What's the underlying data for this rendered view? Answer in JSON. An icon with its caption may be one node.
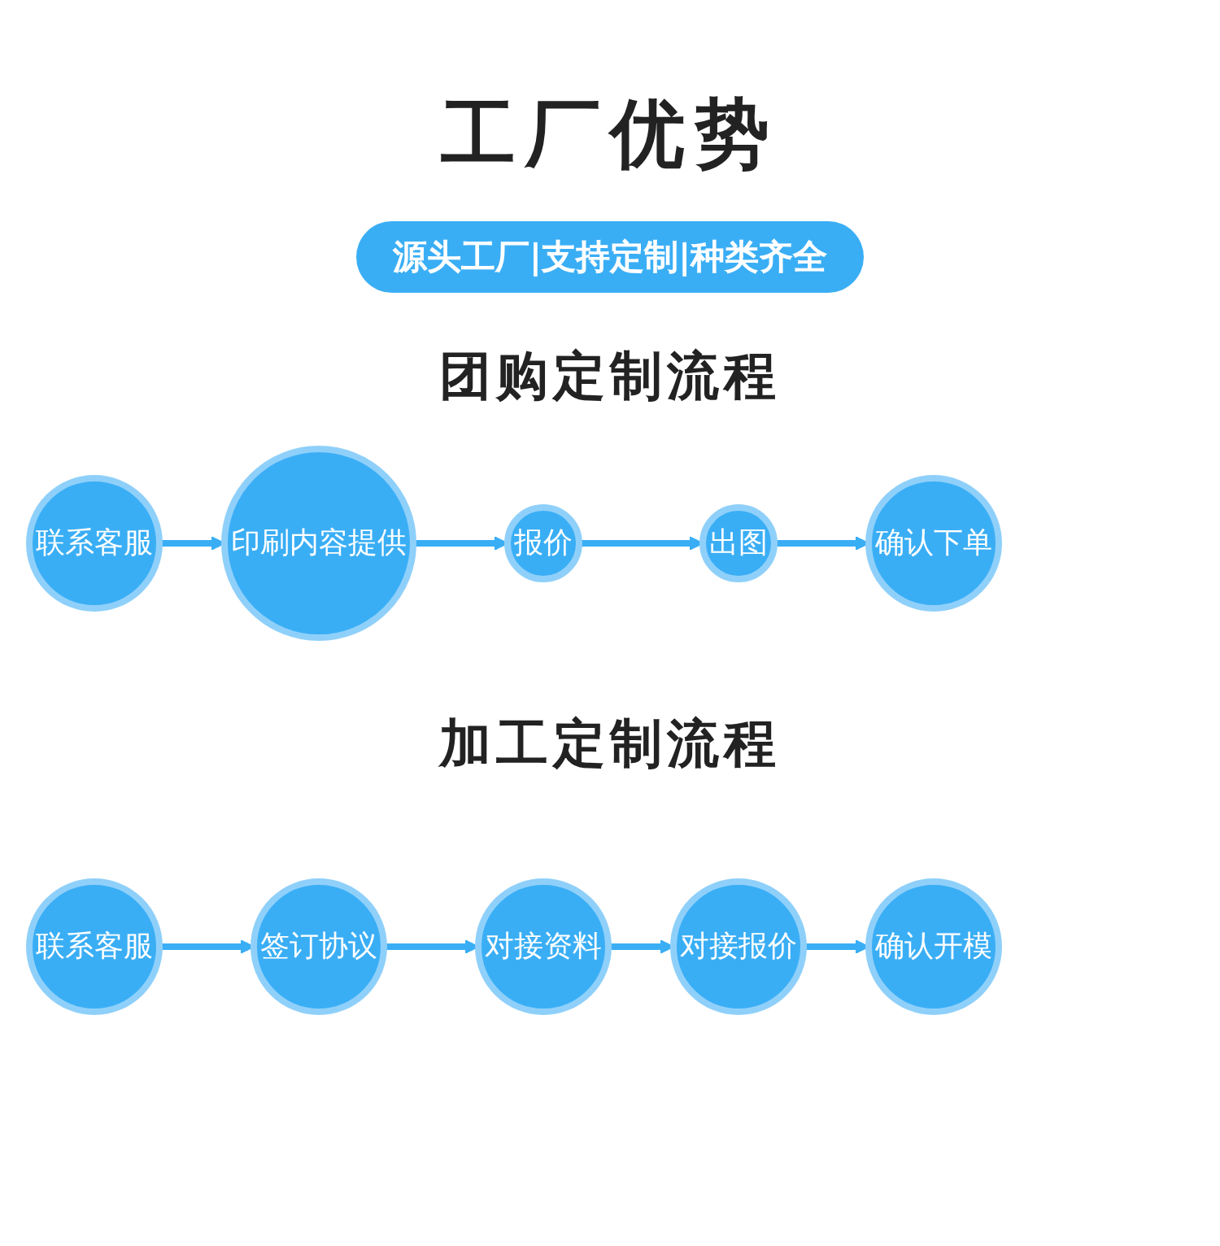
{
  "diagram": {
    "title": "工厂优势",
    "nodes": [
      {
        "text": [
          "联系客服"
        ]
      },
      {
        "text": [
          "印刷内容提供"
        ]
      },
      {
        "text": [
          "报价"
        ]
      },
      {
        "text": [
          "出图"
        ]
      },
      {
        "text": [
          "确认下单"
        ]
      },
      {
        "text": [
          "联系客服"
        ]
      },
      {
        "text": [
          "签订协议"
        ]
      },
      {
        "text": [
          "对接资料"
        ]
      },
      {
        "text": [
          "对接报价"
        ]
      },
      {
        "text": [
          "确认开模"
        ]
      }
    ],
    "edges": [
      {
        "from": 0,
        "to": 1,
        "arrow": "to"
      },
      {
        "from": 1,
        "to": 2,
        "arrow": "to"
      },
      {
        "from": 2,
        "to": 3,
        "arrow": "to"
      },
      {
        "from": 3,
        "to": 4,
        "arrow": "to"
      },
      {
        "from": 5,
        "to": 6,
        "arrow": "to"
      },
      {
        "from": 6,
        "to": 7,
        "arrow": "to"
      },
      {
        "from": 7,
        "to": 8,
        "arrow": "to"
      },
      {
        "from": 8,
        "to": 9,
        "arrow": "to"
      }
    ],
    "labels": [
      "源头工厂|支持定制|种类齐全",
      "团购定制流程",
      "加工定制流程"
    ]
  }
}
